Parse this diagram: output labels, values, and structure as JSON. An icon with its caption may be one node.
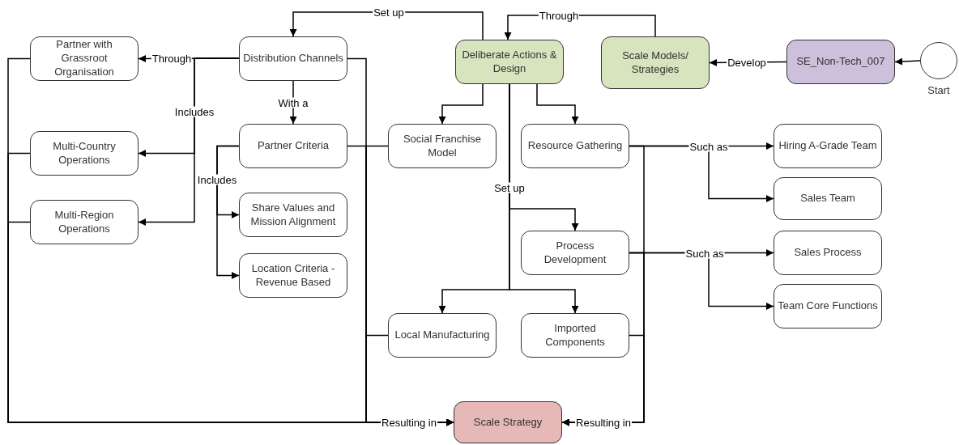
{
  "diagram": {
    "nodes": [
      {
        "text": [
          "Partner with Grassroot Organisation"
        ]
      },
      {
        "text": [
          "Distribution Channels"
        ]
      },
      {
        "text": [
          "Deliberate Actions & Design"
        ]
      },
      {
        "text": [
          "Scale Models/ Strategies"
        ]
      },
      {
        "text": [
          "SE_Non-Tech_007"
        ]
      },
      {
        "text": [],
        "shape": "circle",
        "beside": [
          "Start"
        ]
      },
      {
        "text": [
          "Multi-Country Operations"
        ]
      },
      {
        "text": [
          "Partner Criteria"
        ]
      },
      {
        "text": [
          "Social Franchise Model"
        ]
      },
      {
        "text": [
          "Resource Gathering"
        ]
      },
      {
        "text": [
          "Hiring A-Grade Team"
        ]
      },
      {
        "text": [
          "Sales Team"
        ]
      },
      {
        "text": [
          "Share Values and Mission Alignment"
        ]
      },
      {
        "text": [
          "Multi-Region Operations"
        ]
      },
      {
        "text": [
          "Process Development"
        ]
      },
      {
        "text": [
          "Sales Process"
        ]
      },
      {
        "text": [
          "Location Criteria - Revenue Based"
        ]
      },
      {
        "text": [
          "Team Core Functions"
        ]
      },
      {
        "text": [
          "Local Manufacturing"
        ]
      },
      {
        "text": [
          "Imported Components"
        ]
      },
      {
        "text": [
          "Scale Strategy"
        ]
      }
    ],
    "edges": [
      {
        "from": 5,
        "to": 4,
        "arrow": "to"
      },
      {
        "from": 4,
        "to": 3,
        "arrow": "to",
        "label": "Develop"
      },
      {
        "from": 3,
        "to": 2,
        "arrow": "to",
        "label": "Through"
      },
      {
        "from": 2,
        "to": 1,
        "arrow": "to",
        "label": "Set up"
      },
      {
        "from": 1,
        "to": 0,
        "arrow": "to",
        "label": "Through"
      },
      {
        "from": 1,
        "to": 6,
        "arrow": "to",
        "label": "Includes"
      },
      {
        "from": 1,
        "to": 13,
        "arrow": "to"
      },
      {
        "from": 1,
        "to": 7,
        "arrow": "to",
        "label": "With a"
      },
      {
        "from": 7,
        "to": 12,
        "arrow": "to",
        "label": "Includes"
      },
      {
        "from": 7,
        "to": 16,
        "arrow": "to"
      },
      {
        "from": 2,
        "to": 8,
        "arrow": "to"
      },
      {
        "from": 2,
        "to": 9,
        "arrow": "to"
      },
      {
        "from": 2,
        "to": 14,
        "arrow": "to",
        "label": "Set up"
      },
      {
        "from": 2,
        "to": 18,
        "arrow": "to"
      },
      {
        "from": 2,
        "to": 19,
        "arrow": "to"
      },
      {
        "from": 9,
        "to": 10,
        "arrow": "to",
        "label": "Such as"
      },
      {
        "from": 9,
        "to": 11,
        "arrow": "to"
      },
      {
        "from": 14,
        "to": 15,
        "arrow": "to",
        "label": "Such as"
      },
      {
        "from": 14,
        "to": 17,
        "arrow": "to"
      },
      {
        "from": 0,
        "to": 20,
        "arrow": "to",
        "label": "Resulting in"
      },
      {
        "from": 6,
        "to": 20,
        "arrow": "to"
      },
      {
        "from": 13,
        "to": 20,
        "arrow": "to"
      },
      {
        "from": 1,
        "to": 20,
        "arrow": "to"
      },
      {
        "from": 7,
        "to": 20,
        "arrow": "to"
      },
      {
        "from": 8,
        "to": 20,
        "arrow": "to"
      },
      {
        "from": 18,
        "to": 20,
        "arrow": "to"
      },
      {
        "from": 9,
        "to": 20,
        "arrow": "to",
        "label": "Resulting in"
      },
      {
        "from": 14,
        "to": 20,
        "arrow": "to"
      },
      {
        "from": 19,
        "to": 20,
        "arrow": "to"
      }
    ]
  }
}
